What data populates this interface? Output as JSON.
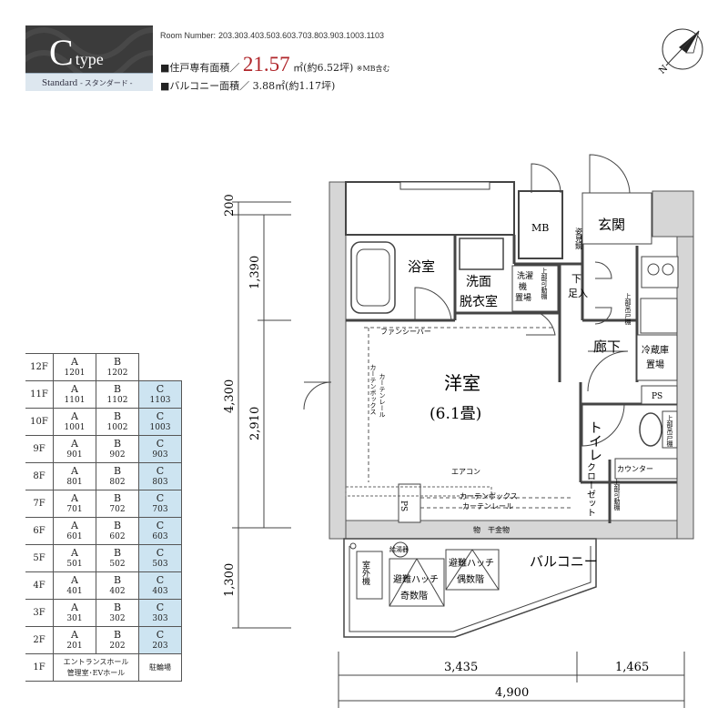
{
  "header": {
    "type_letter": "C",
    "type_word": "type",
    "standard_label": "Standard",
    "standard_ja": "- スタンダード -",
    "room_number_label": "Room Number:",
    "room_numbers": "203.303.403.503.603.703.803.903.1003.1103",
    "area_prefix": "■住戸専有面積／",
    "area_value": "21.57",
    "area_unit": "㎡(約6.52坪)",
    "area_note": "※MB含む",
    "balcony_text": "■バルコニー面積／ 3.88㎡(約1.17坪)"
  },
  "compass": {
    "north_label": "N"
  },
  "plan": {
    "rooms": {
      "bath": "浴室",
      "wash1": "洗面",
      "wash2": "脱衣室",
      "washing1": "洗濯",
      "washing2": "機",
      "washing3": "置場",
      "upper_shelf": "上部可動棚",
      "mb": "MB",
      "entrance": "玄関",
      "mirror": "姿見鏡",
      "shoes1": "下",
      "shoes2": "足入",
      "upper_cabinet": "上部吊戸棚",
      "hallway": "廊下",
      "fridge1": "冷蔵庫",
      "fridge2": "置場",
      "ps": "PS",
      "western": "洋室",
      "western_size": "(6.1畳)",
      "toilet": "トイレ",
      "toilet_shelf": "上部吊戸棚",
      "counter": "カウンター",
      "closet": "クローゼット",
      "closet_shelf": "上部可動棚",
      "fan": "ファンシーバー",
      "curtain_box": "カーテンボックス",
      "curtain_rail": "カーテンレール",
      "aircon": "エアコン",
      "ps2": "PS",
      "monokanagu": "物　干金物",
      "outdoor_unit": "室外機",
      "water_tap": "給湯器",
      "hatch_label": "避難ハッチ",
      "odd_floors": "奇数階",
      "even_floors": "偶数階",
      "balcony": "バルコニー"
    },
    "dimensions": {
      "d200": "200",
      "d1390": "1,390",
      "d4300": "4,300",
      "d2910": "2,910",
      "d1300": "1,300",
      "d3435": "3,435",
      "d1465": "1,465",
      "d4900": "4,900"
    }
  },
  "floors": [
    {
      "floor": "12F",
      "a": "A",
      "a_no": "1201",
      "b": "B",
      "b_no": "1202",
      "c": "",
      "c_no": ""
    },
    {
      "floor": "11F",
      "a": "A",
      "a_no": "1101",
      "b": "B",
      "b_no": "1102",
      "c": "C",
      "c_no": "1103"
    },
    {
      "floor": "10F",
      "a": "A",
      "a_no": "1001",
      "b": "B",
      "b_no": "1002",
      "c": "C",
      "c_no": "1003"
    },
    {
      "floor": "9F",
      "a": "A",
      "a_no": "901",
      "b": "B",
      "b_no": "902",
      "c": "C",
      "c_no": "903"
    },
    {
      "floor": "8F",
      "a": "A",
      "a_no": "801",
      "b": "B",
      "b_no": "802",
      "c": "C",
      "c_no": "803"
    },
    {
      "floor": "7F",
      "a": "A",
      "a_no": "701",
      "b": "B",
      "b_no": "702",
      "c": "C",
      "c_no": "703"
    },
    {
      "floor": "6F",
      "a": "A",
      "a_no": "601",
      "b": "B",
      "b_no": "602",
      "c": "C",
      "c_no": "603"
    },
    {
      "floor": "5F",
      "a": "A",
      "a_no": "501",
      "b": "B",
      "b_no": "502",
      "c": "C",
      "c_no": "503"
    },
    {
      "floor": "4F",
      "a": "A",
      "a_no": "401",
      "b": "B",
      "b_no": "402",
      "c": "C",
      "c_no": "403"
    },
    {
      "floor": "3F",
      "a": "A",
      "a_no": "301",
      "b": "B",
      "b_no": "302",
      "c": "C",
      "c_no": "303"
    },
    {
      "floor": "2F",
      "a": "A",
      "a_no": "201",
      "b": "B",
      "b_no": "202",
      "c": "C",
      "c_no": "203"
    }
  ],
  "ground_floor": {
    "floor": "1F",
    "entrance1": "エントランスホール",
    "entrance2": "管理室･EVホール",
    "bike": "駐輪場"
  }
}
